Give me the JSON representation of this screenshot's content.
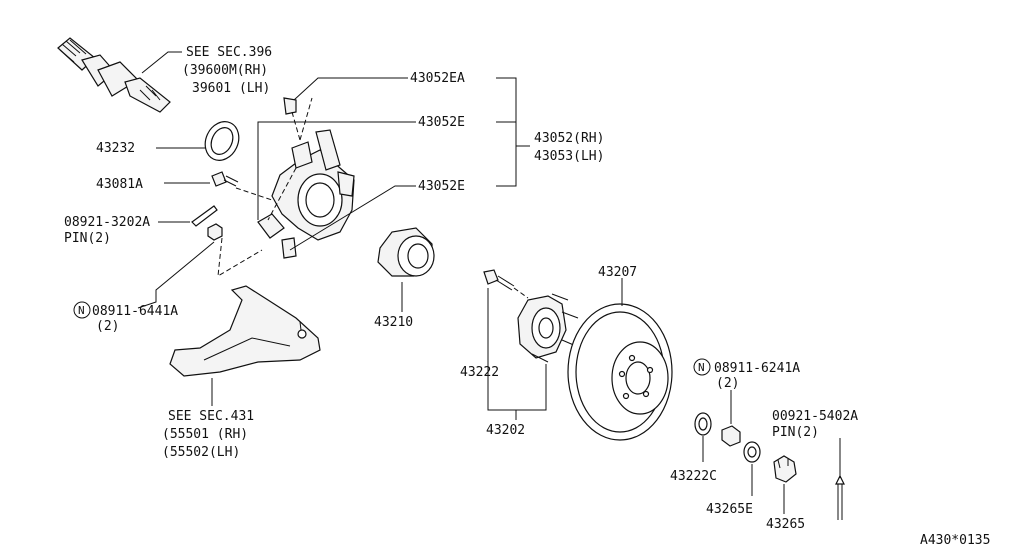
{
  "labels": {
    "see_sec_396": "SEE SEC.396",
    "p39600m": "(39600M(RH)",
    "p39601": "39601 (LH)",
    "p43052ea": "43052EA",
    "p43052e_1": "43052E",
    "p43052_rh": "43052(RH)",
    "p43053_lh": "43053(LH)",
    "p43052e_2": "43052E",
    "p43232": "43232",
    "p43081a": "43081A",
    "p08921_3202a": "08921-3202A",
    "pin2_left": "PIN(2)",
    "n_left": "N",
    "p08911_6441a": "08911-6441A",
    "qty2_left": "(2)",
    "p43210": "43210",
    "p43207": "43207",
    "p43222": "43222",
    "p43202": "43202",
    "see_sec_431": "SEE SEC.431",
    "p55501": "(55501 (RH)",
    "p55502": "(55502(LH)",
    "n_right": "N",
    "p08911_6241a": "08911-6241A",
    "qty2_right": "(2)",
    "p00921_5402a": "00921-5402A",
    "pin2_right": "PIN(2)",
    "p43222c": "43222C",
    "p43265e": "43265E",
    "p43265": "43265",
    "ref_code": "A430*0135"
  }
}
